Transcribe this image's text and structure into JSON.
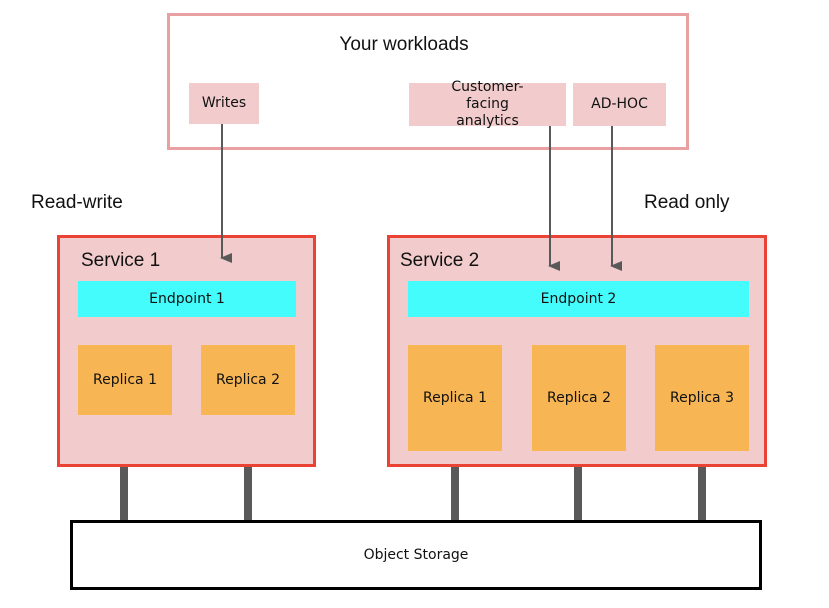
{
  "workloads": {
    "title": "Your workloads",
    "writes": "Writes",
    "customer_facing": "Customer-facing analytics",
    "adhoc": "AD-HOC"
  },
  "labels": {
    "read_write": "Read-write",
    "read_only": "Read only"
  },
  "service1": {
    "title": "Service 1",
    "endpoint": "Endpoint 1",
    "replicas": [
      "Replica 1",
      "Replica 2"
    ]
  },
  "service2": {
    "title": "Service 2",
    "endpoint": "Endpoint 2",
    "replicas": [
      "Replica 1",
      "Replica 2",
      "Replica 3"
    ]
  },
  "storage": {
    "label": "Object Storage"
  },
  "colors": {
    "workload_border": "#e9a0a3",
    "chip_fill": "#f2cccc",
    "service_border": "#ea4335",
    "endpoint_fill": "#44fcfc",
    "replica_fill": "#f7b553",
    "pipe": "#595959"
  }
}
